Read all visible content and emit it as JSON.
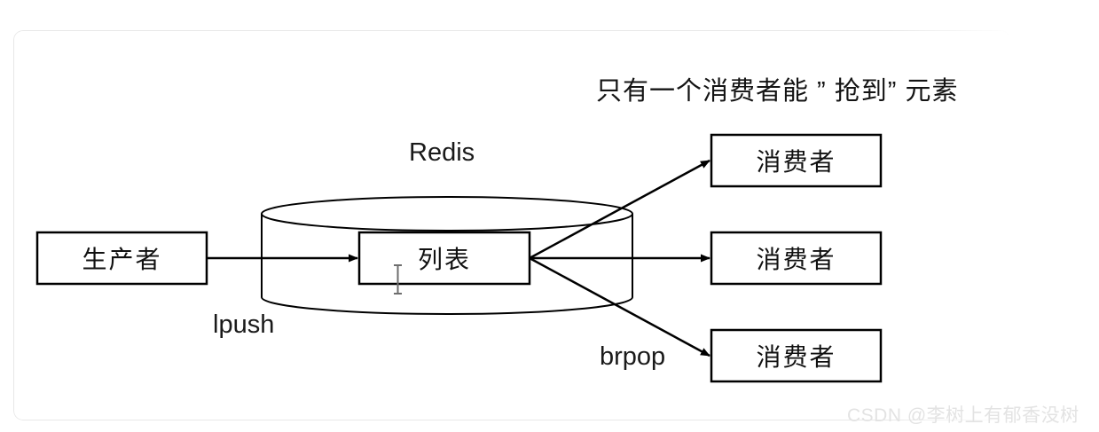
{
  "diagram": {
    "title": "只有一个消费者能 ” 抢到” 元素",
    "datastore_label": "Redis",
    "producer": {
      "label": "生产者"
    },
    "queue": {
      "label": "列表"
    },
    "push_op": "lpush",
    "pop_op": "brpop",
    "consumers": [
      {
        "label": "消费者"
      },
      {
        "label": "消费者"
      },
      {
        "label": "消费者"
      }
    ],
    "colors": {
      "stroke": "#000000",
      "background": "#ffffff",
      "card_border": "#e8e8e8",
      "watermark": "#e3e3e3"
    }
  },
  "watermark": {
    "text": "CSDN @李树上有郁香没树"
  }
}
